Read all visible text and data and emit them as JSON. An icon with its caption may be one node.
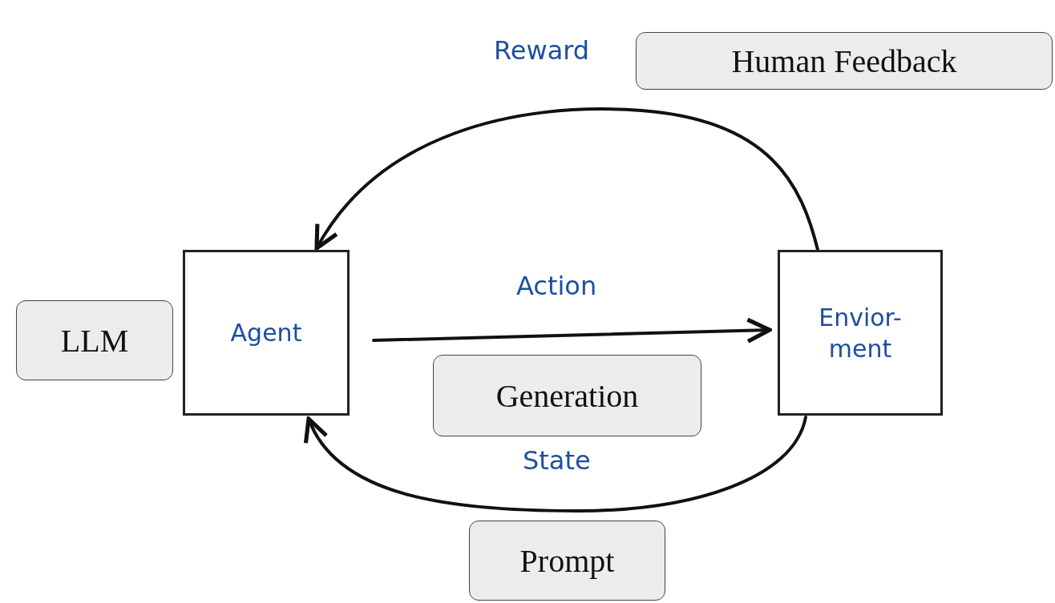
{
  "diagram": {
    "nodes": [
      {
        "text": [
          "Human Feedback"
        ]
      },
      {
        "text": [
          "Agent"
        ]
      },
      {
        "text": [
          "LLM"
        ]
      },
      {
        "text": [
          "Envior- ment"
        ]
      },
      {
        "text": [
          "Generation"
        ]
      },
      {
        "text": [
          "Prompt"
        ]
      }
    ],
    "edges": [
      {
        "from": 1,
        "to": 3,
        "arrow": "to",
        "label": "Action"
      },
      {
        "from": 3,
        "to": 1,
        "arrow": "to",
        "label": "Reward"
      },
      {
        "from": 3,
        "to": 1,
        "arrow": "to",
        "label": "State"
      }
    ]
  }
}
